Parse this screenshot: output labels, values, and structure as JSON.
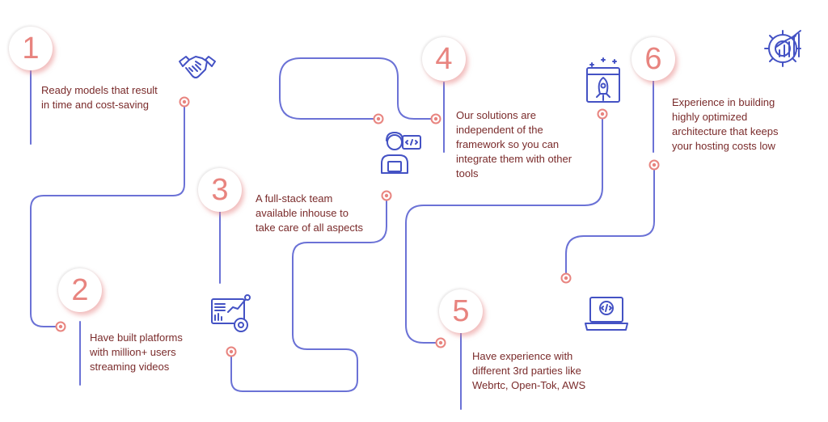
{
  "colors": {
    "path": "#6b72d6",
    "number": "#e8847f",
    "text": "#7a2b2b",
    "icon": "#4452c4"
  },
  "steps": [
    {
      "number": "1",
      "text": "Ready models that result\nin time and cost-saving",
      "icon": "handshake-icon"
    },
    {
      "number": "2",
      "text": "Have built platforms\nwith million+ users\nstreaming videos",
      "icon": "analytics-dashboard-icon"
    },
    {
      "number": "3",
      "text": "A full-stack team\navailable inhouse to\ntake care of all aspects",
      "icon": "developer-icon"
    },
    {
      "number": "4",
      "text": "Our solutions are\nindependent of the\nframework so you can\nintegrate them with other\ntools",
      "icon": "rocket-launch-icon"
    },
    {
      "number": "5",
      "text": "Have experience with\ndifferent 3rd parties like\nWebrtc, Open-Tok, AWS",
      "icon": "laptop-code-icon"
    },
    {
      "number": "6",
      "text": "Experience in building\nhighly optimized\narchitecture that keeps\nyour hosting costs low",
      "icon": "gear-chart-icon"
    }
  ]
}
